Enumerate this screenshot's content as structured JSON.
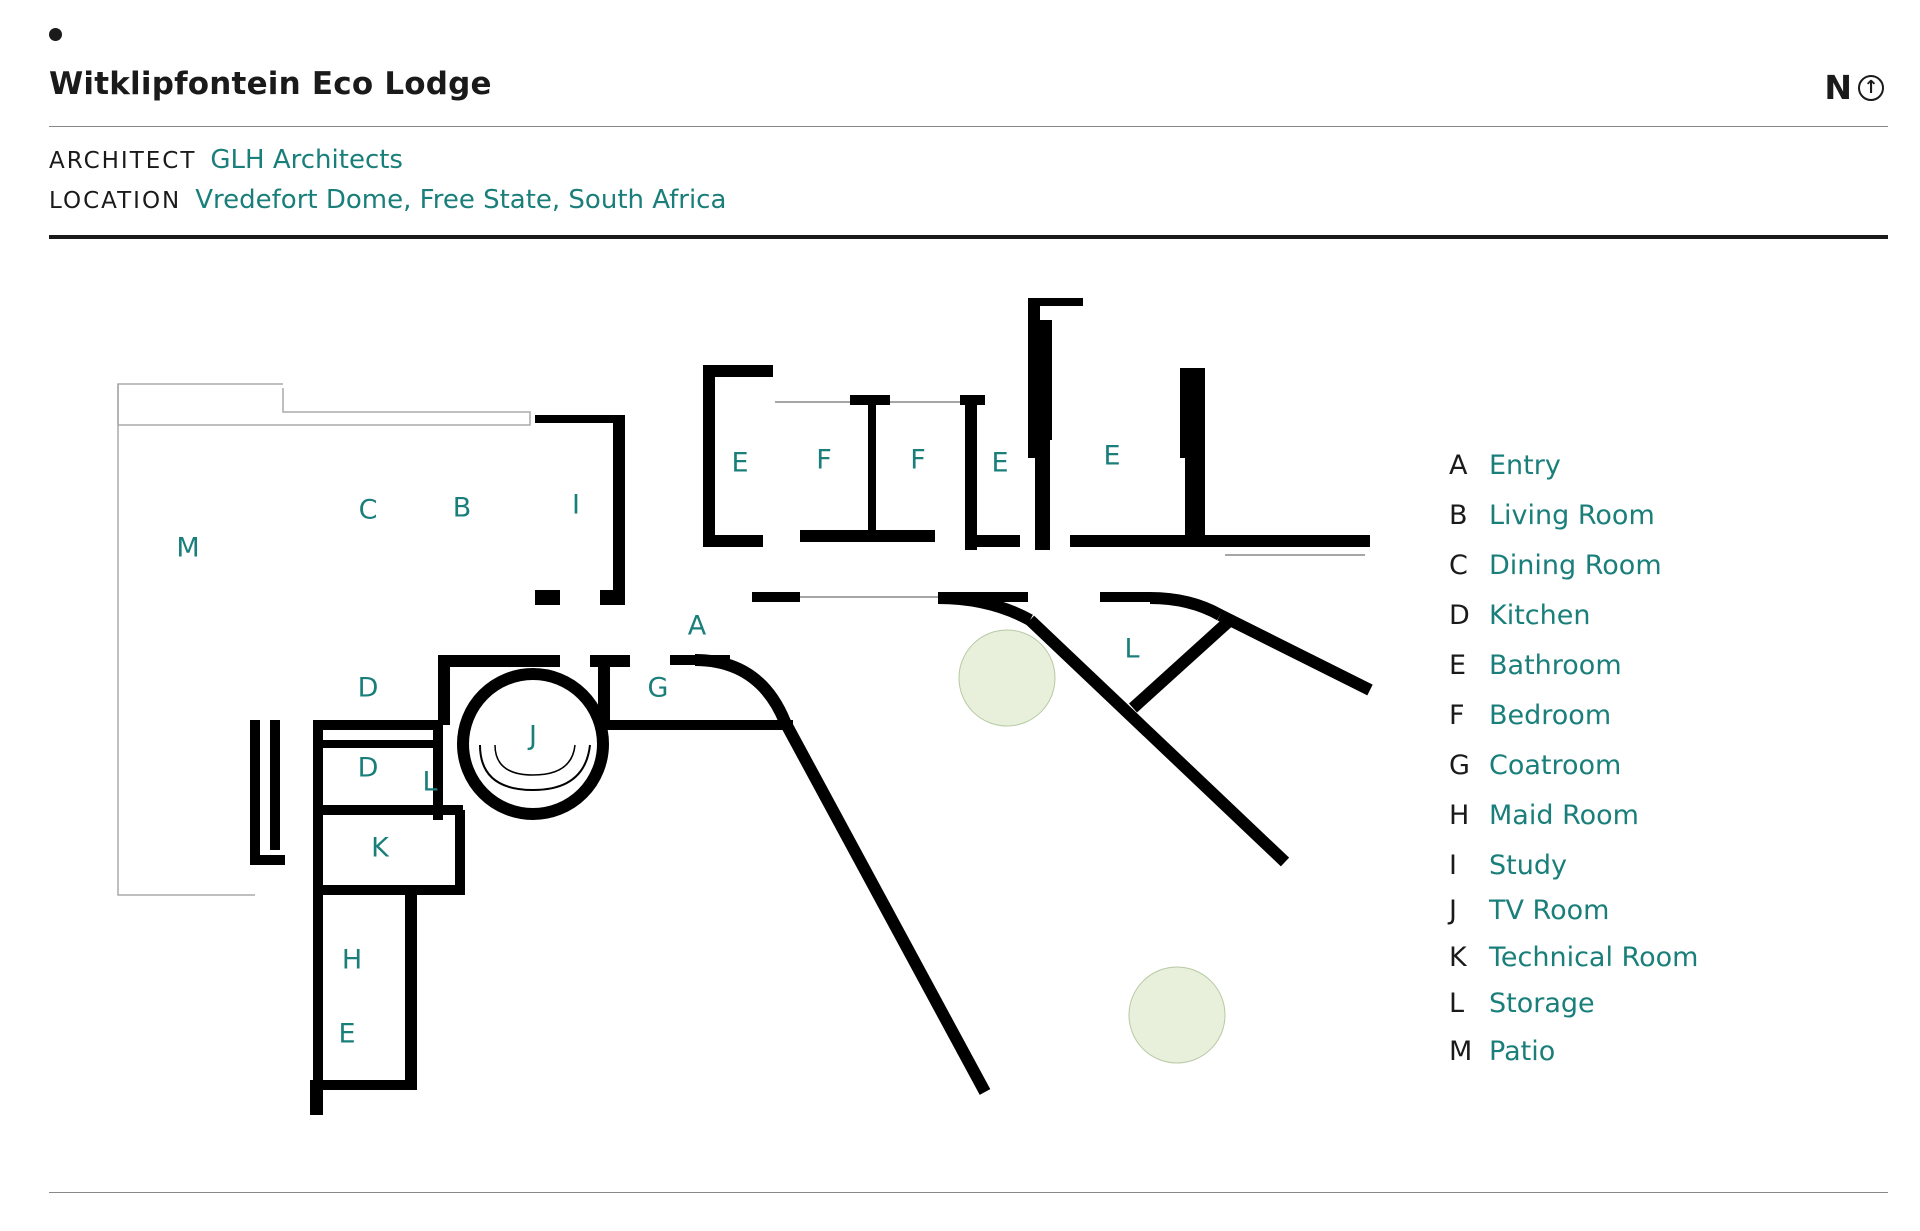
{
  "header": {
    "title": "Witklipfontein Eco Lodge",
    "north_letter": "N",
    "north_arrow": "↑"
  },
  "meta": {
    "architect_key": "ARCHITECT",
    "architect_value": "GLH Architects",
    "location_key": "LOCATION",
    "location_value": "Vredefort Dome, Free State, South Africa"
  },
  "plan_labels": {
    "M": "M",
    "C": "C",
    "B": "B",
    "I": "I",
    "E1": "E",
    "F1": "F",
    "F2": "F",
    "E2": "E",
    "E3": "E",
    "A": "A",
    "G": "G",
    "J": "J",
    "L1": "L",
    "D1": "D",
    "D2": "D",
    "L2": "L",
    "K": "K",
    "H": "H",
    "E4": "E"
  },
  "legend": [
    {
      "letter": "A",
      "name": "Entry"
    },
    {
      "letter": "B",
      "name": "Living Room"
    },
    {
      "letter": "C",
      "name": "Dining Room"
    },
    {
      "letter": "D",
      "name": "Kitchen"
    },
    {
      "letter": "E",
      "name": "Bathroom"
    },
    {
      "letter": "F",
      "name": "Bedroom"
    },
    {
      "letter": "G",
      "name": "Coatroom"
    },
    {
      "letter": "H",
      "name": "Maid Room"
    },
    {
      "letter": "I",
      "name": "Study"
    },
    {
      "letter": "J",
      "name": "TV Room"
    },
    {
      "letter": "K",
      "name": "Technical Room"
    },
    {
      "letter": "L",
      "name": "Storage"
    },
    {
      "letter": "M",
      "name": "Patio"
    }
  ],
  "colors": {
    "accent": "#1a7f7a",
    "ink": "#1a1a1a",
    "tree": "#e8f0dc"
  },
  "icons": {
    "north": "north-arrow-icon",
    "tree": "tree-icon"
  }
}
